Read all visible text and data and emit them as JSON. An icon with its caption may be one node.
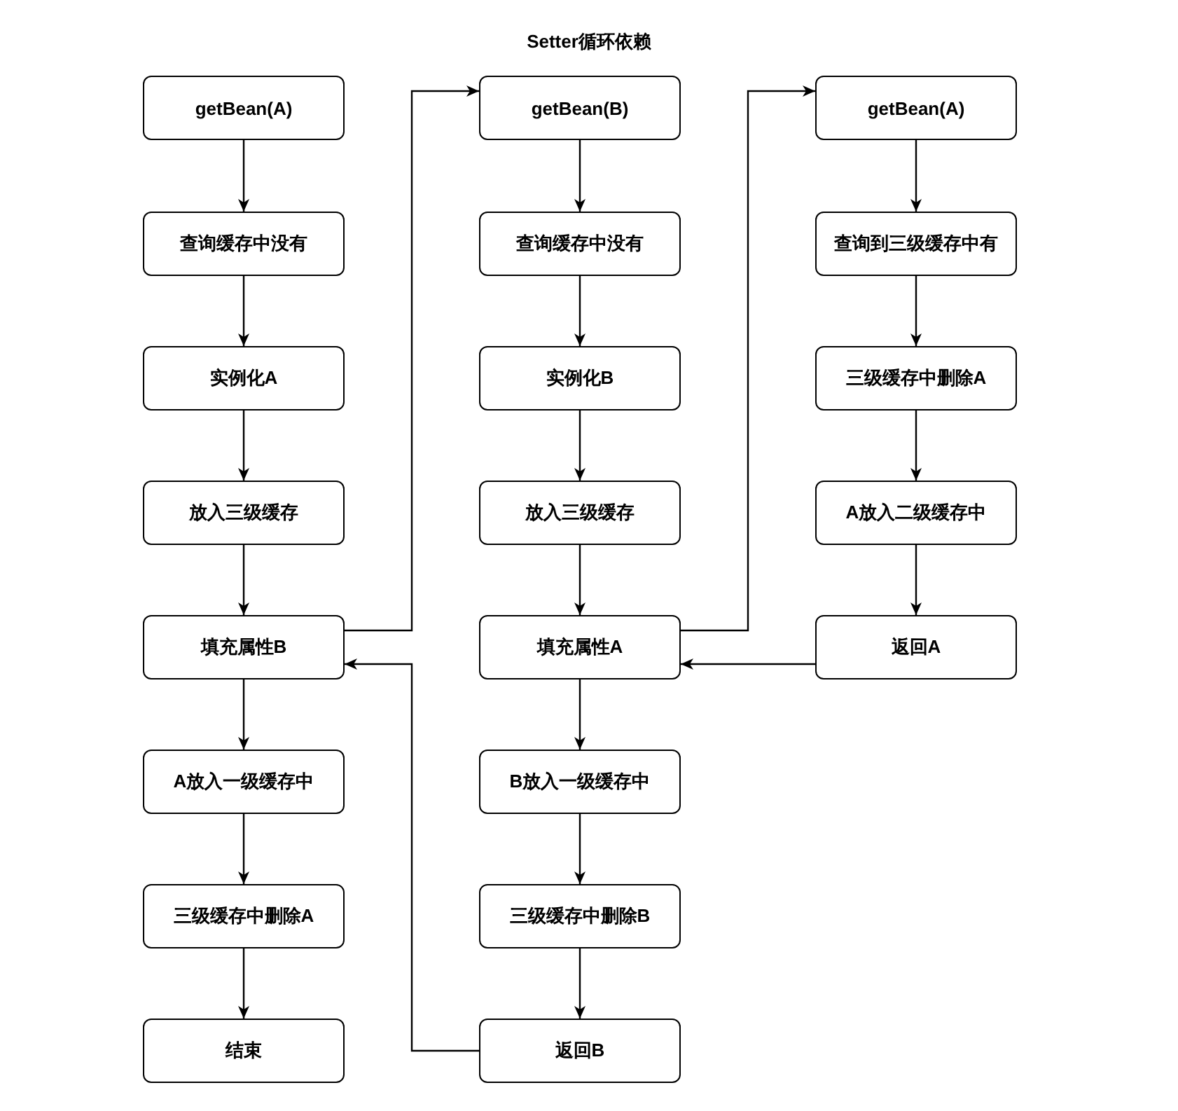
{
  "diagram": {
    "title": "Setter循环依赖",
    "nodes": [
      {
        "text": [
          "getBean(A)"
        ]
      },
      {
        "text": [
          "查询缓存中没有"
        ]
      },
      {
        "text": [
          "实例化A"
        ]
      },
      {
        "text": [
          "放入三级缓存"
        ]
      },
      {
        "text": [
          "填充属性B"
        ]
      },
      {
        "text": [
          "A放入一级缓存中"
        ]
      },
      {
        "text": [
          "三级缓存中删除A"
        ]
      },
      {
        "text": [
          "结束"
        ]
      },
      {
        "text": [
          "getBean(B)"
        ]
      },
      {
        "text": [
          "查询缓存中没有"
        ]
      },
      {
        "text": [
          "实例化B"
        ]
      },
      {
        "text": [
          "放入三级缓存"
        ]
      },
      {
        "text": [
          "填充属性A"
        ]
      },
      {
        "text": [
          "B放入一级缓存中"
        ]
      },
      {
        "text": [
          "三级缓存中删除B"
        ]
      },
      {
        "text": [
          "返回B"
        ]
      },
      {
        "text": [
          "getBean(A)"
        ]
      },
      {
        "text": [
          "查询到三级缓存中有"
        ]
      },
      {
        "text": [
          "三级缓存中删除A"
        ]
      },
      {
        "text": [
          "A放入二级缓存中"
        ]
      },
      {
        "text": [
          "返回A"
        ]
      }
    ],
    "edges": [
      {
        "from": 0,
        "to": 1,
        "arrow": "to"
      },
      {
        "from": 1,
        "to": 2,
        "arrow": "to"
      },
      {
        "from": 2,
        "to": 3,
        "arrow": "to"
      },
      {
        "from": 3,
        "to": 4,
        "arrow": "to"
      },
      {
        "from": 4,
        "to": 5,
        "arrow": "to"
      },
      {
        "from": 5,
        "to": 6,
        "arrow": "to"
      },
      {
        "from": 6,
        "to": 7,
        "arrow": "to"
      },
      {
        "from": 4,
        "to": 8,
        "arrow": "to"
      },
      {
        "from": 8,
        "to": 9,
        "arrow": "to"
      },
      {
        "from": 9,
        "to": 10,
        "arrow": "to"
      },
      {
        "from": 10,
        "to": 11,
        "arrow": "to"
      },
      {
        "from": 11,
        "to": 12,
        "arrow": "to"
      },
      {
        "from": 12,
        "to": 13,
        "arrow": "to"
      },
      {
        "from": 13,
        "to": 14,
        "arrow": "to"
      },
      {
        "from": 14,
        "to": 15,
        "arrow": "to"
      },
      {
        "from": 12,
        "to": 16,
        "arrow": "to"
      },
      {
        "from": 16,
        "to": 17,
        "arrow": "to"
      },
      {
        "from": 17,
        "to": 18,
        "arrow": "to"
      },
      {
        "from": 18,
        "to": 19,
        "arrow": "to"
      },
      {
        "from": 19,
        "to": 20,
        "arrow": "to"
      },
      {
        "from": 20,
        "to": 12,
        "arrow": "to"
      },
      {
        "from": 15,
        "to": 4,
        "arrow": "to"
      }
    ]
  }
}
